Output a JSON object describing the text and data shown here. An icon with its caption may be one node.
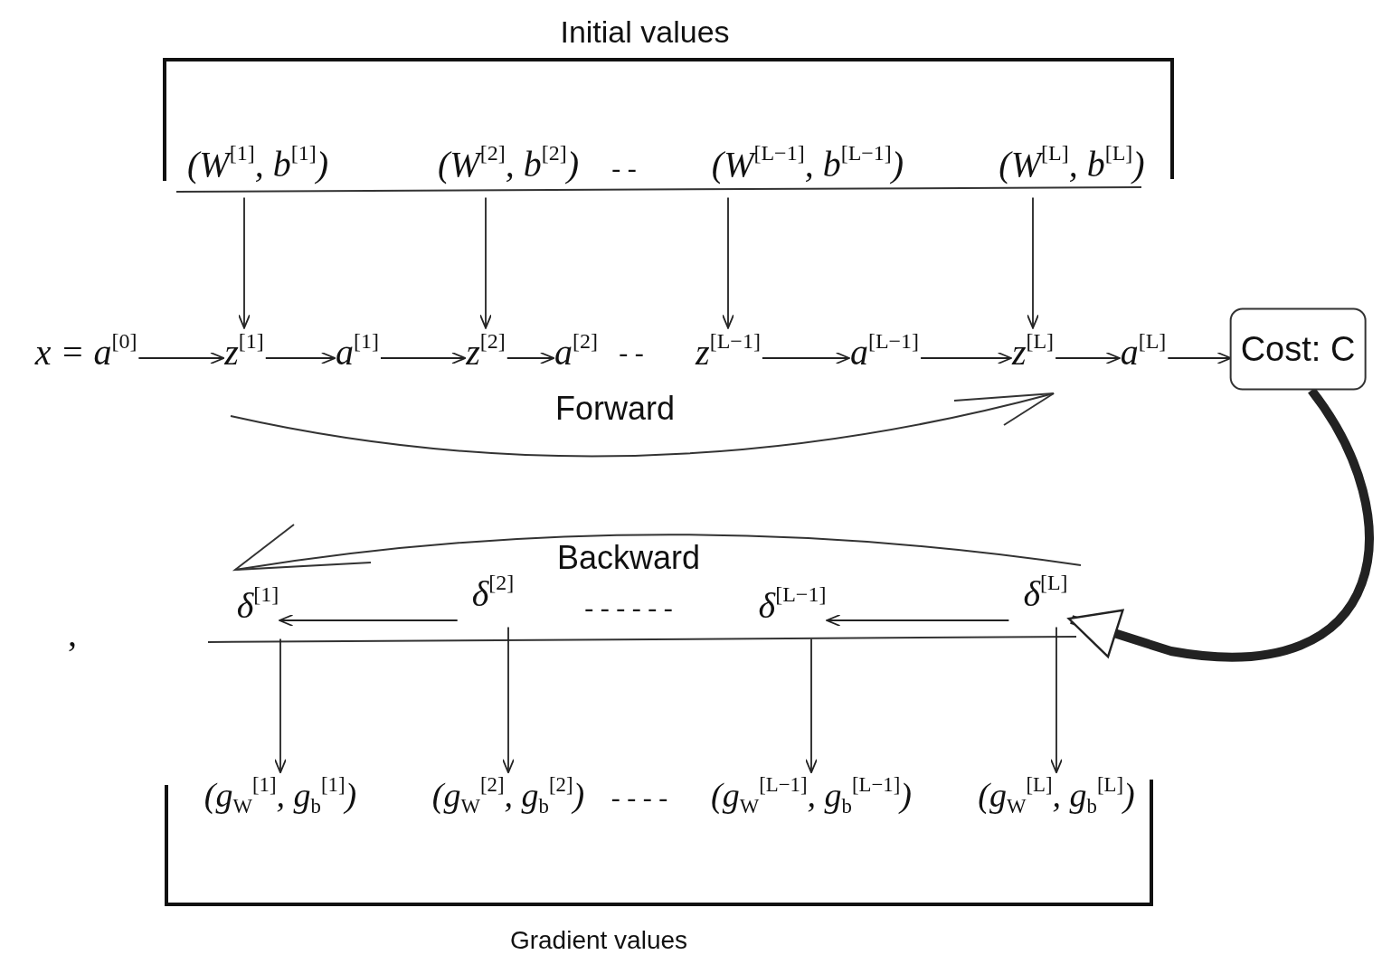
{
  "diagram": {
    "nodes": [
      {
        "text": [
          "(W$^{[1]}$, b$^{[1]}$)"
        ]
      },
      {
        "text": [
          "(W$^{[2]}$, b$^{[2]}$)"
        ]
      },
      {
        "text": [
          "(W$^{[L−1]}$, b$^{[L−1]}$)"
        ]
      },
      {
        "text": [
          "(W$^{[L]}$, b$^{[L]}$)"
        ]
      },
      {
        "text": [
          "x = a$^{[0]}$"
        ]
      },
      {
        "text": [
          "z$^{[1]}$"
        ]
      },
      {
        "text": [
          "a$^{[1]}$"
        ]
      },
      {
        "text": [
          "z$^{[2]}$"
        ]
      },
      {
        "text": [
          "a$^{[2]}$"
        ]
      },
      {
        "text": [
          "z$^{[L−1]}$"
        ]
      },
      {
        "text": [
          "a$^{[L−1]}$"
        ]
      },
      {
        "text": [
          "z$^{[L]}$"
        ]
      },
      {
        "text": [
          "a$^{[L]}$"
        ]
      },
      {
        "text": [
          "Cost: C"
        ]
      },
      {
        "text": [
          "δ$^{[1]}$"
        ]
      },
      {
        "text": [
          "δ$^{[2]}$"
        ]
      },
      {
        "text": [
          "δ$^{[L−1]}$"
        ]
      },
      {
        "text": [
          "δ$^{[L]}$"
        ]
      },
      {
        "text": [
          "(g$_{W}$$^{[1]}$, g$_{b}$$^{[1]}$)"
        ]
      },
      {
        "text": [
          "(g$_{W}$$^{[2]}$, g$_{b}$$^{[2]}$)"
        ]
      },
      {
        "text": [
          "(g$_{W}$$^{[L−1]}$, g$_{b}$$^{[L−1]}$)"
        ]
      },
      {
        "text": [
          "(g$_{W}$$^{[L]}$, g$_{b}$$^{[L]}$)"
        ]
      }
    ],
    "edges": [
      {
        "from": 0,
        "to": 5,
        "arrow": "to"
      },
      {
        "from": 1,
        "to": 7,
        "arrow": "to"
      },
      {
        "from": 2,
        "to": 9,
        "arrow": "to"
      },
      {
        "from": 3,
        "to": 11,
        "arrow": "to"
      },
      {
        "from": 4,
        "to": 5,
        "arrow": "to"
      },
      {
        "from": 5,
        "to": 6,
        "arrow": "to"
      },
      {
        "from": 6,
        "to": 7,
        "arrow": "to"
      },
      {
        "from": 7,
        "to": 8,
        "arrow": "to"
      },
      {
        "from": 9,
        "to": 10,
        "arrow": "to"
      },
      {
        "from": 10,
        "to": 11,
        "arrow": "to"
      },
      {
        "from": 11,
        "to": 12,
        "arrow": "to"
      },
      {
        "from": 12,
        "to": 13,
        "arrow": "to"
      },
      {
        "from": 13,
        "to": 17,
        "arrow": "to",
        "style": "thick"
      },
      {
        "from": 17,
        "to": 16,
        "arrow": "to"
      },
      {
        "from": 15,
        "to": 14,
        "arrow": "to"
      },
      {
        "from": 14,
        "to": 18,
        "arrow": "to"
      },
      {
        "from": 15,
        "to": 19,
        "arrow": "to"
      },
      {
        "from": 16,
        "to": 20,
        "arrow": "to"
      },
      {
        "from": 17,
        "to": 21,
        "arrow": "to"
      }
    ],
    "labels": [
      "Initial values",
      "- -",
      "- -",
      "Forward",
      "Backward",
      "- - - - - -",
      ",",
      "- - - -",
      "Gradient values"
    ]
  }
}
